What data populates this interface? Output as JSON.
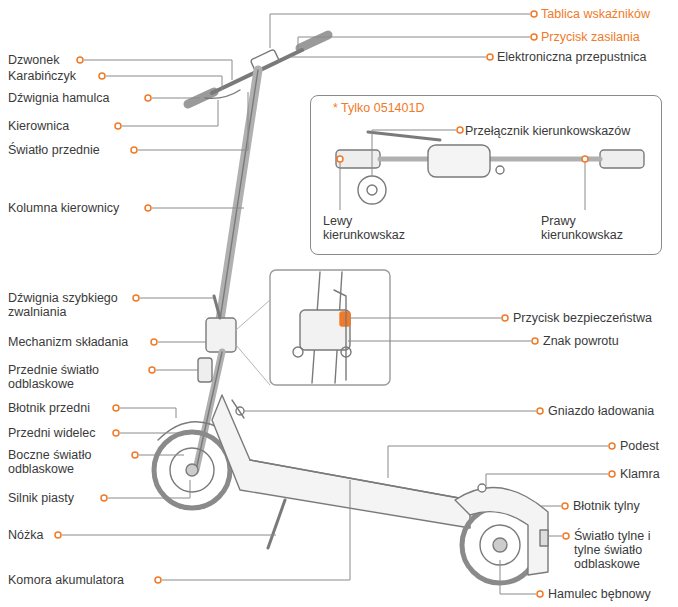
{
  "diagram": {
    "nodes": [
      {
        "text": [
          "* Tylko 051401D",
          "Przełącznik kierunkowskazów",
          "Lewy kierunkowskaz",
          "Prawy kierunkowskaz"
        ]
      }
    ],
    "labels": [
      "Tablica wskaźników",
      "Przycisk zasilania",
      "Elektroniczna przepustnica",
      "Dzwonek",
      "Karabińczyk",
      "Dźwignia hamulca",
      "Kierownica",
      "Światło przednie",
      "Kolumna kierownicy",
      "Dźwignia szybkiego zwalniania",
      "Mechanizm składania",
      "Przednie światło odblaskowe",
      "Błotnik przedni",
      "Przedni widelec",
      "Boczne światło odblaskowe",
      "Silnik piasty",
      "Nóżka",
      "Komora akumulatora",
      "Przycisk bezpieczeństwa",
      "Znak powrotu",
      "Gniazdo ładowania",
      "Podest",
      "Klamra",
      "Błotnik tylny",
      "Światło tylne i tylne światło odblaskowe",
      "Hamulec bębnowy"
    ]
  }
}
